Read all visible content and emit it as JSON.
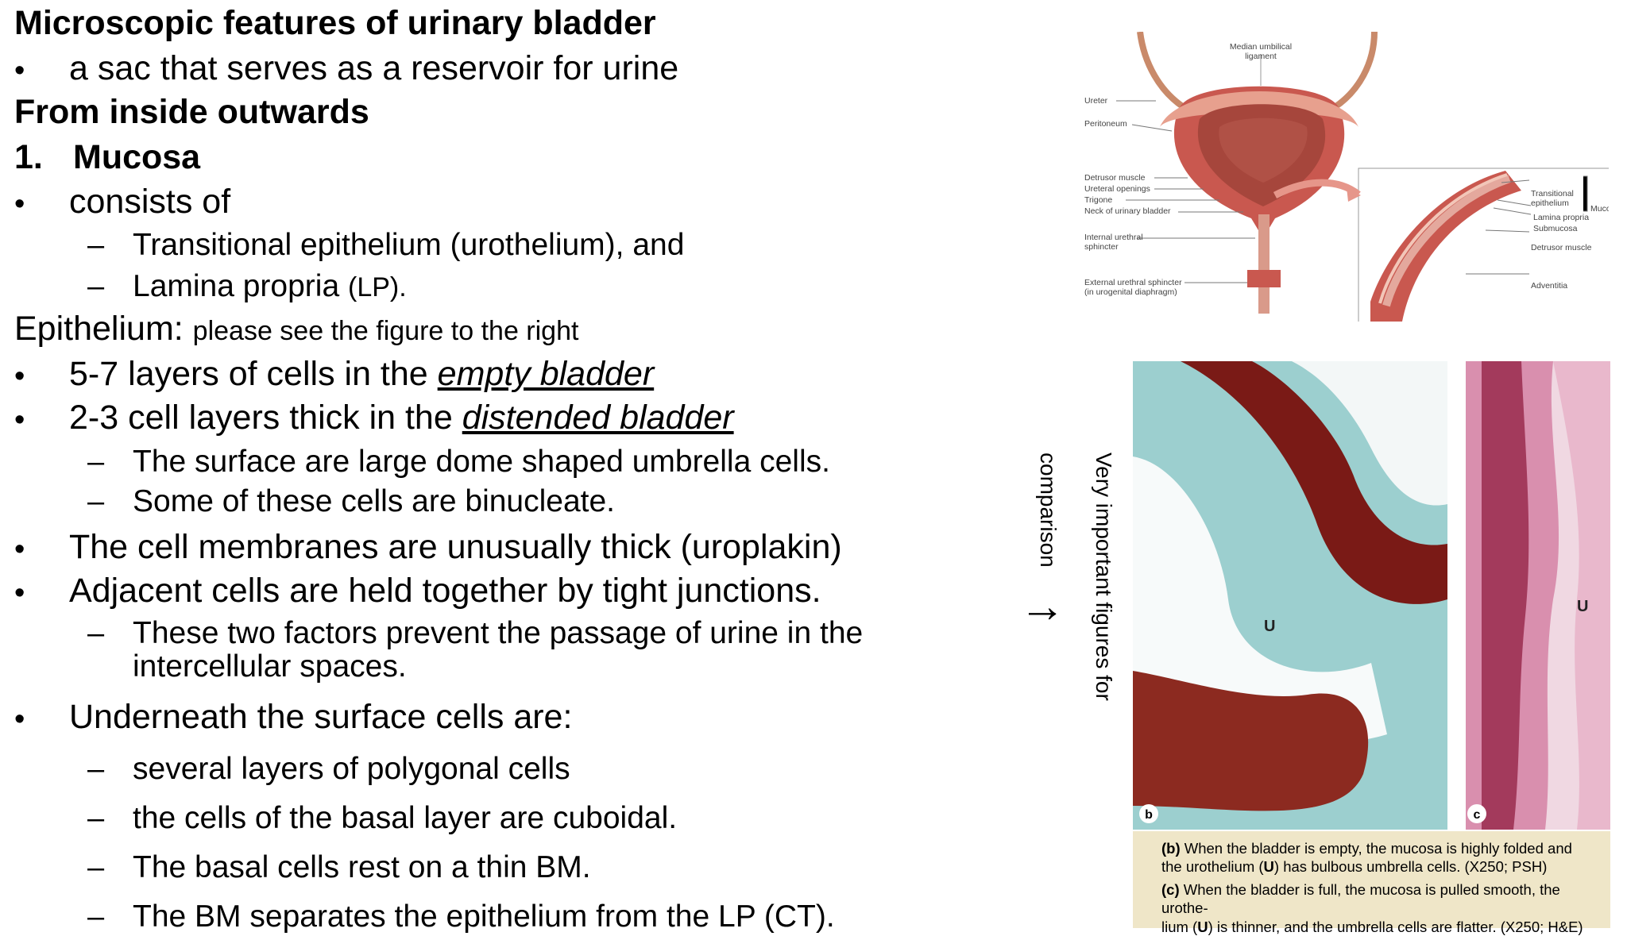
{
  "title": "Microscopic features of urinary bladder",
  "intro_bullet": "a sac that serves as a reservoir for urine",
  "order_heading": "From inside outwards",
  "section_number": "1.",
  "section_title": "Mucosa",
  "consists_of": "consists of",
  "consists_items": [
    "Transitional epithelium (urothelium), and",
    "Lamina propria"
  ],
  "lp_abbrev": "(LP).",
  "epithelium_label": "Epithelium:",
  "epithelium_note": "please see the figure to the right",
  "layers_empty_prefix": "5-7 layers of cells in the ",
  "layers_empty_em": "empty bladder",
  "layers_distended_prefix": "2-3 cell layers thick in the ",
  "layers_distended_em": "distended bladder",
  "surface_items": [
    "The surface are large dome shaped umbrella cells.",
    "Some of these cells are binucleate."
  ],
  "membrane_bullet": "The cell membranes are unusually thick (uroplakin)",
  "junction_bullet": "Adjacent cells are held together by tight junctions.",
  "prevent_line1": "These two factors prevent the passage of urine in the",
  "prevent_line2": "intercellular spaces.",
  "underneath_bullet": "Underneath the surface cells are:",
  "underneath_items": [
    "several layers of polygonal cells",
    "the cells of the basal layer are cuboidal.",
    "The basal cells rest on a thin BM.",
    "The BM separates the epithelium from the LP (CT)."
  ],
  "vertical_label_line1": "Very important figures for",
  "vertical_label_line2": "comparison",
  "diagram_labels": {
    "median": [
      "Median umbilical",
      "ligament"
    ],
    "ureter": "Ureter",
    "peritoneum": "Peritoneum",
    "detrusor": "Detrusor muscle",
    "ureteral": "Ureteral openings",
    "trigone": "Trigone",
    "neck": "Neck of urinary bladder",
    "internal": [
      "Internal urethral",
      "sphincter"
    ],
    "external": [
      "External urethral sphincter",
      "(in urogenital diaphragm)"
    ],
    "transitional": [
      "Transitional",
      "epithelium"
    ],
    "lamina": "Lamina propria",
    "submucosa": "Submucosa",
    "detrusor_r": "Detrusor muscle",
    "adventitia": "Adventitia",
    "mucosa": "Mucosa"
  },
  "micro_labels": {
    "u": "U",
    "b": "b",
    "c": "c"
  },
  "caption_b_tag": "(b)",
  "caption_b_text": " When the bladder is empty, the mucosa is highly folded and",
  "caption_b_line2_pre": "the urothelium (",
  "caption_b_line2_post": ") has bulbous umbrella cells. (X250; PSH)",
  "caption_c_tag": "(c)",
  "caption_c_text": " When the bladder is full, the mucosa is pulled smooth, the urothe-",
  "caption_c_line2_pre": "lium (",
  "caption_c_line2_post": ") is thinner, and the umbrella cells are flatter. (X250; H&E)",
  "caption_u": "U",
  "colors": {
    "muscle": "#c9584f",
    "lumen": "#b04a3f",
    "stain_b": "#9ccfcf",
    "stain_c": "#d98fae",
    "caption_bg": "#efe6c8"
  }
}
